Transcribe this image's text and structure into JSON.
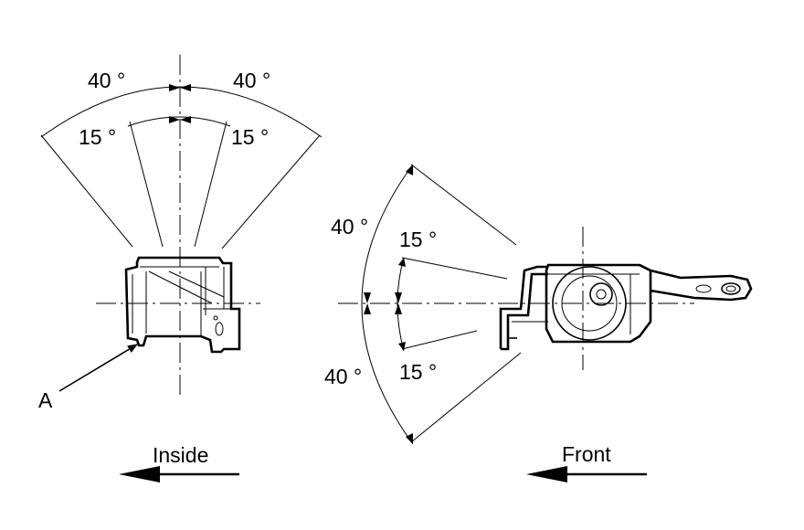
{
  "left_view": {
    "angle_outer_left": "40 °",
    "angle_outer_right": "40 °",
    "angle_inner_left": "15 °",
    "angle_inner_right": "15 °",
    "part_label": "A",
    "direction_label": "Inside"
  },
  "right_view": {
    "angle_outer_upper": "40 °",
    "angle_inner_upper": "15 °",
    "angle_outer_lower": "40 °",
    "angle_inner_lower": "15 °",
    "direction_label": "Front"
  }
}
